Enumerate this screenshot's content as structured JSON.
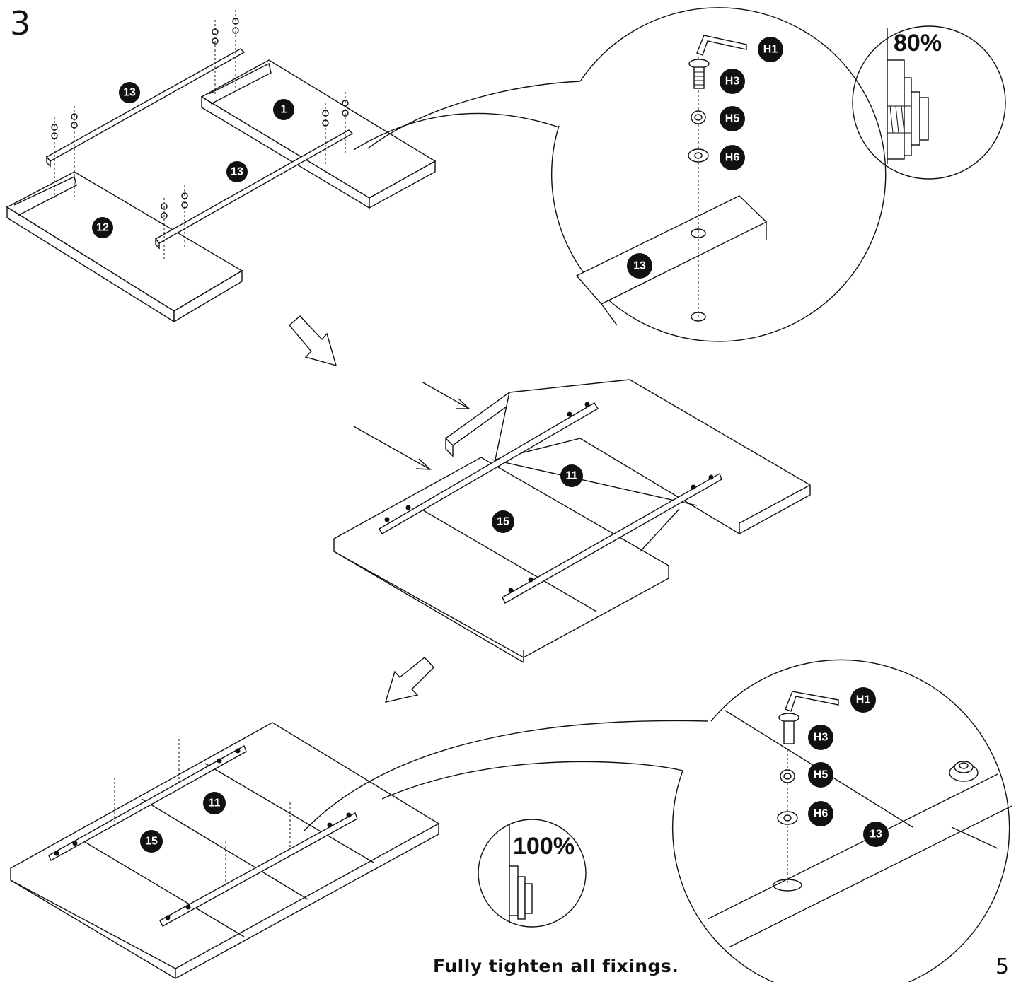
{
  "step_number": "3",
  "page_number": "5",
  "instruction": "Fully tighten all fixings.",
  "zoom_levels": {
    "partial": "80%",
    "full": "100%"
  },
  "part_labels": {
    "panel_1": "1",
    "panel_11": "11",
    "panel_12": "12",
    "rail_13": "13",
    "panel_15": "15"
  },
  "hardware_labels": {
    "allen_key": "H1",
    "bolt": "H3",
    "spring_washer": "H5",
    "flat_washer": "H6"
  },
  "colors": {
    "ink": "#111111",
    "paper": "#ffffff"
  }
}
